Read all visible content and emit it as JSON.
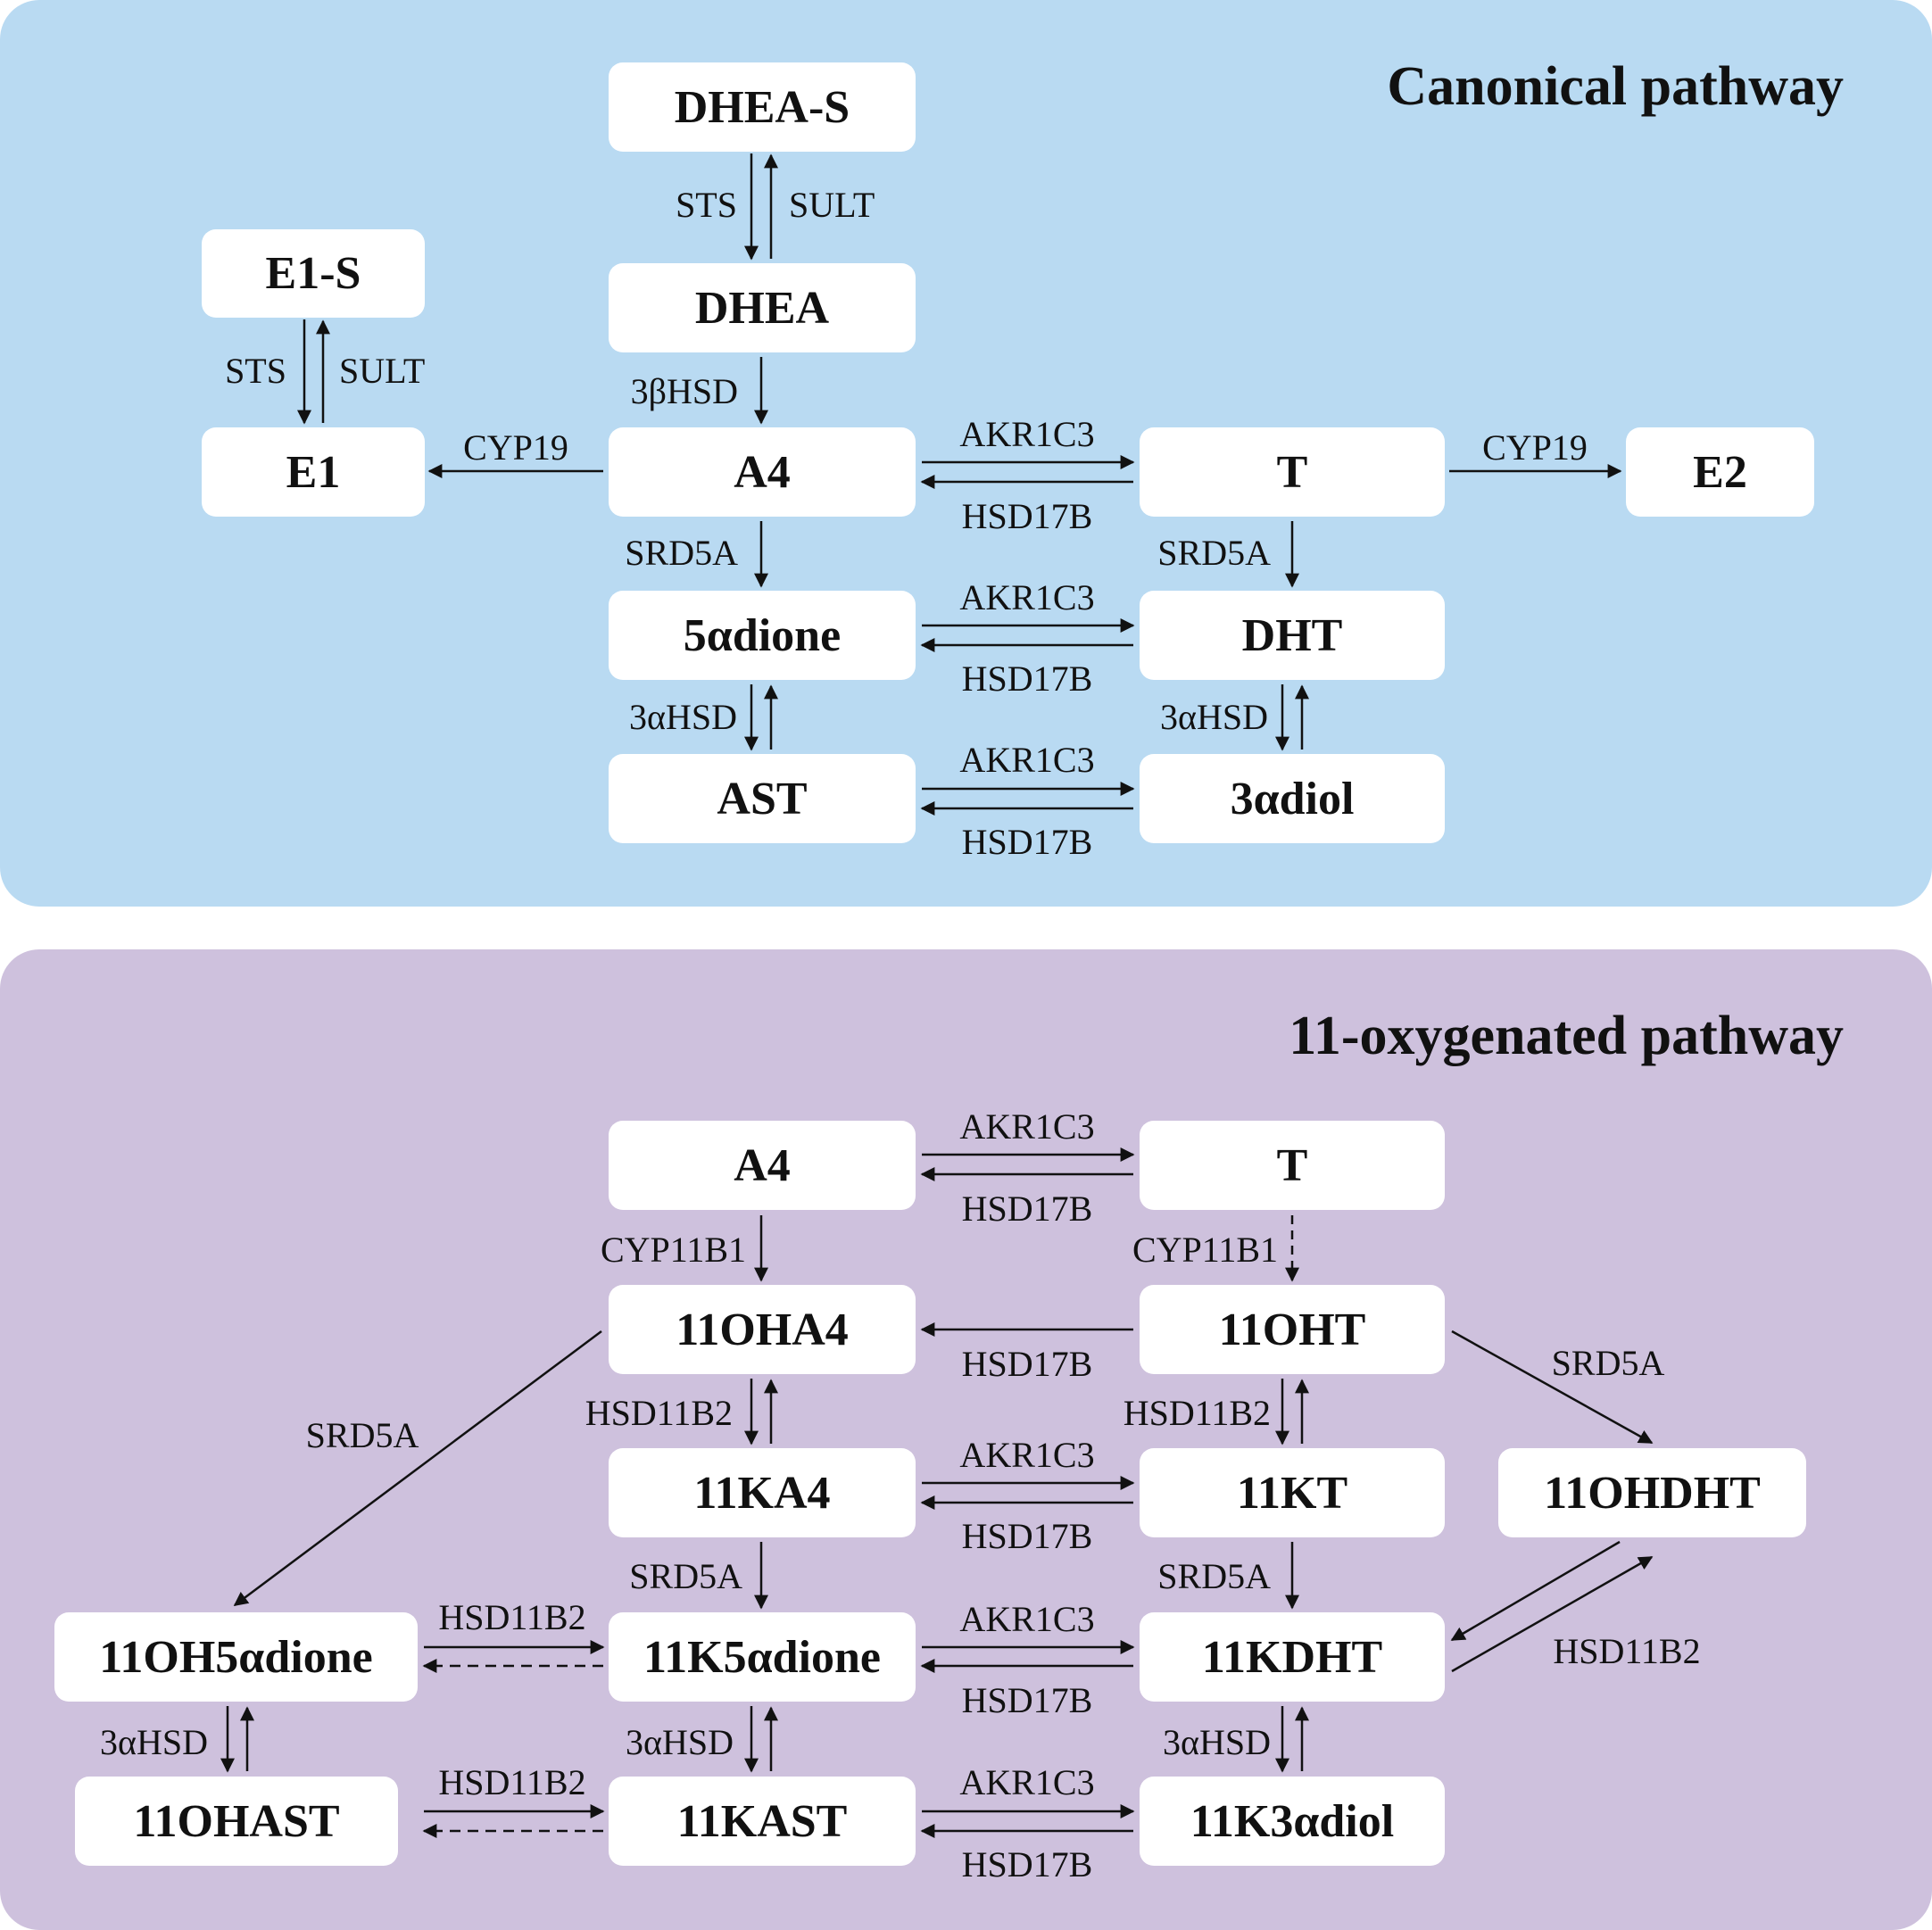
{
  "panels": {
    "canonical": {
      "title": "Canonical pathway",
      "color": "#b9daf2"
    },
    "oxygenated": {
      "title": "11-oxygenated pathway",
      "color": "#cec1dd"
    }
  },
  "nodes": {
    "dheas": "DHEA-S",
    "dhea": "DHEA",
    "e1s": "E1-S",
    "e1": "E1",
    "a4": "A4",
    "t": "T",
    "e2": "E2",
    "adione": "5αdione",
    "dht": "DHT",
    "ast": "AST",
    "adiol": "3αdiol",
    "a4b": "A4",
    "tb": "T",
    "ohA4": "11OHA4",
    "ohT": "11OHT",
    "kA4": "11KA4",
    "kT": "11KT",
    "ohDHT": "11OHDHT",
    "oh5adione": "11OH5αdione",
    "k5adione": "11K5αdione",
    "kDHT": "11KDHT",
    "ohAST": "11OHAST",
    "kAST": "11KAST",
    "k3adiol": "11K3αdiol"
  },
  "labels": {
    "sts1": "STS",
    "sult1": "SULT",
    "sts2": "STS",
    "sult2": "SULT",
    "hsd3b": "3βHSD",
    "cyp19a": "CYP19",
    "cyp19b": "CYP19",
    "akr1": "AKR1C3",
    "hsd1": "HSD17B",
    "srd1": "SRD5A",
    "srd2": "SRD5A",
    "akr2": "AKR1C3",
    "hsd2": "HSD17B",
    "ahsd1": "3αHSD",
    "ahsd2": "3αHSD",
    "akr3": "AKR1C3",
    "hsd3": "HSD17B",
    "akr4": "AKR1C3",
    "hsd4": "HSD17B",
    "cyp11a": "CYP11B1",
    "cyp11b": "CYP11B1",
    "hsd5": "HSD17B",
    "srd3": "SRD5A",
    "srd4": "SRD5A",
    "b2a": "HSD11B2",
    "b2b": "HSD11B2",
    "akr6": "AKR1C3",
    "hsd6": "HSD17B",
    "srd5": "SRD5A",
    "srd6": "SRD5A",
    "b2c": "HSD11B2",
    "b2d": "HSD11B2",
    "akr7": "AKR1C3",
    "hsd7": "HSD17B",
    "ahsd3": "3αHSD",
    "ahsd4": "3αHSD",
    "ahsd5": "3αHSD",
    "b2e": "HSD11B2",
    "akr8": "AKR1C3",
    "hsd8": "HSD17B"
  }
}
